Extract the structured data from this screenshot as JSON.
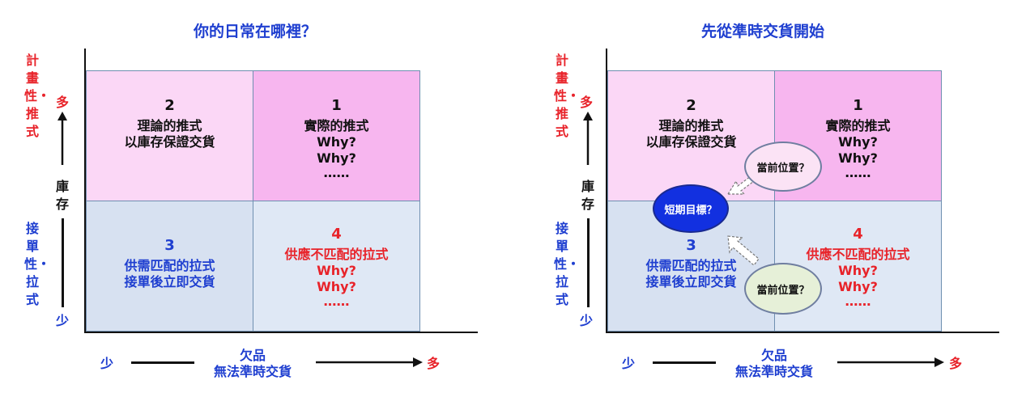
{
  "left": {
    "title": "你的日常在哪裡？",
    "q1": {
      "num": "1",
      "label": "實際的推式",
      "line2": "Why?",
      "line3": "Why?",
      "line4": "……"
    },
    "q2": {
      "num": "2",
      "label": "理論的推式",
      "line2": "以庫存保證交貨"
    },
    "q3": {
      "num": "3",
      "label": "供需匹配的拉式",
      "line2": "接單後立即交貨"
    },
    "q4": {
      "num": "4",
      "label": "供應不匹配的拉式",
      "line2": "Why?",
      "line3": "Why?",
      "line4": "……"
    }
  },
  "right": {
    "title": "先從準時交貨開始",
    "q1": {
      "num": "1",
      "label": "實際的推式",
      "line2": "Why?",
      "line3": "Why?",
      "line4": "……"
    },
    "q2": {
      "num": "2",
      "label": "理論的推式",
      "line2": "以庫存保證交貨"
    },
    "q3": {
      "num": "3",
      "label": "供需匹配的拉式",
      "line2": "接單後立即交貨"
    },
    "q4": {
      "num": "4",
      "label": "供應不匹配的拉式",
      "line2": "Why?",
      "line3": "Why?",
      "line4": "……"
    },
    "bubble_top": "當前位置？",
    "bubble_bottom": "當前位置？",
    "goal": "短期目標？"
  },
  "yaxis": {
    "top_label": "計畫性・推式",
    "bottom_label": "接單性・拉式",
    "middle": "庫存",
    "high": "多",
    "low": "少"
  },
  "xaxis": {
    "low": "少",
    "high": "多",
    "label1": "欠品",
    "label2": "無法準時交貨"
  },
  "colors": {
    "red": "#e8232a",
    "blue": "#1f3fd0",
    "q1": "#f7b6ef",
    "q2": "#fbd7f6",
    "q3": "#d7e1f1",
    "q4": "#dfe8f5"
  }
}
